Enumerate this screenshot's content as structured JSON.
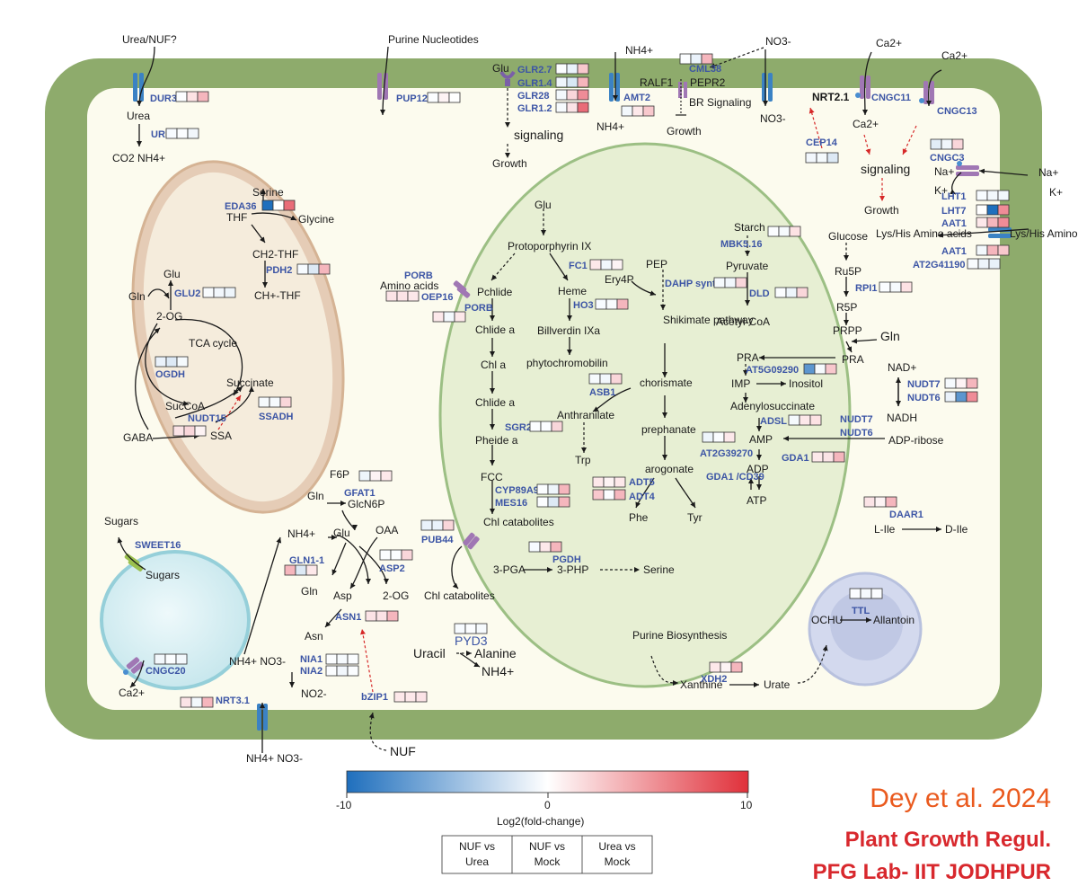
{
  "labels": {
    "urea_nuf_q": "Urea/NUF?",
    "purine_nucleotides_top": "Purine Nucleotides",
    "purine_nucleotides": "Purine Nucleotides",
    "glu_top": "Glu",
    "signaling_glr": "signaling",
    "growth_glr": "Growth",
    "nh4_top": "NH4+",
    "nh4_amt": "NH4+",
    "ralf1": "RALF1",
    "pepr2": "PEPR2",
    "br_signaling": "BR Signaling",
    "growth_cml": "Growth",
    "no3_top": "NO3-",
    "no3_in": "NO3-",
    "nrt21": "NRT2.1",
    "ca_top1": "Ca2+",
    "ca_top2": "Ca2+",
    "ca_in": "Ca2+",
    "signaling_ca": "signaling",
    "growth_ca": "Growth",
    "na_in": "Na+",
    "na_out": "Na+",
    "k_in": "K+",
    "k_out": "K+",
    "lyshis_in": "Lys/His Amino acids",
    "lyshis_out": "Lys/His Amino acids",
    "urea": "Urea",
    "co2_nh4": "CO2 NH4+",
    "serine_mito": "Serine",
    "thf": "THF",
    "glycine": "Glycine",
    "ch2thf": "CH2-THF",
    "chthf": "CH+-THF",
    "glu_mito": "Glu",
    "gln_mito": "Gln",
    "two_og": "2-OG",
    "tca": "TCA cycle",
    "succinate": "Succinate",
    "succoa": "SucCoA",
    "gaba": "GABA",
    "ssa": "SSA",
    "glu_chl": "Glu",
    "protoporphyrin": "Protoporphyrin IX",
    "porb_amino": "Amino acids",
    "pchlide": "Pchlide",
    "heme": "Heme",
    "biliverdin": "Billverdin IXa",
    "phytochromobilin": "phytochromobilin",
    "chlide_a1": "Chlide a",
    "chl_a": "Chl a",
    "chlide_a2": "Chlide a",
    "pheide_a": "Pheide a",
    "fcc": "FCC",
    "chl_catabolites": "Chl catabolites",
    "chl_catabolites_out": "Chl catabolites",
    "pep": "PEP",
    "ery4p": "Ery4P",
    "shikimate": "Shikimate pathway",
    "chorismate": "chorismate",
    "anthranilate": "Anthranilate",
    "trp": "Trp",
    "prephanate": "prephanate",
    "arogonate": "arogonate",
    "phe": "Phe",
    "tyr": "Tyr",
    "starch": "Starch",
    "pyruvate": "Pyruvate",
    "acetylcoa": "Acetyl-CoA",
    "pga": "3-PGA",
    "php": "3-PHP",
    "serine_chl": "Serine",
    "glucose": "Glucose",
    "ru5p": "Ru5P",
    "r5p": "R5P",
    "prpp": "PRPP",
    "gln_prpp": "Gln",
    "pra1": "PRA",
    "pra2": "PRA",
    "imp": "IMP",
    "inositol": "Inositol",
    "adenylosuccinate": "Adenylosuccinate",
    "amp": "AMP",
    "adp": "ADP",
    "atp": "ATP",
    "nad": "NAD+",
    "nadh": "NADH",
    "adp_ribose": "ADP-ribose",
    "l_ile": "L-Ile",
    "d_ile": "D-Ile",
    "f6p": "F6P",
    "gln_cyt": "Gln",
    "glcn6p": "GlcN6P",
    "oaa": "OAA",
    "glu_cyt": "Glu",
    "nh4_cyt": "NH4+",
    "gln_cyt2": "Gln",
    "asp": "Asp",
    "two_og_cyt": "2-OG",
    "asn": "Asn",
    "nh4_no3": "NH4+ NO3-",
    "no2": "NO2-",
    "nh4_no3_out": "NH4+ NO3-",
    "nuf": "NUF",
    "uracil": "Uracil",
    "alanine": "Alanine",
    "nh4_pyd": "NH4+",
    "purine_biosynthesis": "Purine Biosynthesis",
    "xanthine": "Xanthine",
    "urate": "Urate",
    "ochu": "OCHU",
    "allantoin": "Allantoin",
    "sugars_out": "Sugars",
    "sugars_in": "Sugars",
    "ca_vac": "Ca2+"
  },
  "genes": {
    "DUR3": "DUR3",
    "URE": "URE",
    "PUP12": "PUP12",
    "GLR27": "GLR2.7",
    "GLR14": "GLR1.4",
    "GLR28": "GLR28",
    "GLR12": "GLR1.2",
    "AMT2": "AMT2",
    "CML38": "CML38",
    "CEP14": "CEP14",
    "CNGC11": "CNGC11",
    "CNGC13": "CNGC13",
    "CNGC3": "CNGC3",
    "LHT1": "LHT1",
    "LHT7": "LHT7",
    "AAT1a": "AAT1",
    "AAT1b": "AAT1",
    "AT2G41190": "AT2G41190",
    "EDA36": "EDA36",
    "PDH2": "PDH2",
    "GLU2": "GLU2",
    "OGDH": "OGDH",
    "NUDT15": "NUDT15",
    "SSADH": "SSADH",
    "PORB1": "PORB",
    "OEP16": "OEP16",
    "PORB2": "PORB",
    "FC1": "FC1",
    "HO3": "HO3",
    "SGR2": "SGR2",
    "CYP89A9": "CYP89A9",
    "MES16": "MES16",
    "PUB44": "PUB44",
    "DAHP": "DAHP synthase",
    "ASB1": "ASB1",
    "ADT5": "ADT5",
    "ADT4": "ADT4",
    "MBK516": "MBK5.16",
    "DLD": "DLD",
    "PGDH": "PGDH",
    "RPI1": "RPI1",
    "AT5G09290": "AT5G09290",
    "ADSL": "ADSL",
    "AT2G39270": "AT2G39270",
    "GDA1a": "GDA1 /CD39",
    "GDA1b": "GDA1 /CD39",
    "NUDT7": "NUDT7",
    "NUDT6": "NUDT6",
    "NUDT7b": "NUDT7",
    "NUDT6b": "NUDT6",
    "DAAR1": "DAAR1",
    "GFAT1": "GFAT1",
    "GLN11": "GLN1-1",
    "ASP2": "ASP2",
    "ASN1": "ASN1",
    "NIA1": "NIA1",
    "NIA2": "NIA2",
    "bZIP1": "bZIP1",
    "PYD3": "PYD3",
    "XDH2": "XDH2",
    "TTL": "TTL",
    "SWEET16": "SWEET16",
    "CNGC20": "CNGC20",
    "NRT31": "NRT3.1"
  },
  "heat": {
    "DUR3": [
      "#fbfdff",
      "#fde2e4",
      "#f5b6bd"
    ],
    "URE": [
      "#f7fbff",
      "#fbfdff",
      "#f1f6fb"
    ],
    "PUP12": [
      "#fbfdff",
      "#fdf3f4",
      "#ffffff"
    ],
    "GLR27": [
      "#fbfdff",
      "#eaf2fb",
      "#f8c8cd"
    ],
    "GLR14": [
      "#eef5fb",
      "#d8e8f5",
      "#f5b5bc"
    ],
    "GLR28": [
      "#f3f8fc",
      "#f9d6da",
      "#ef8c97"
    ],
    "GLR12": [
      "#f6fafd",
      "#fbe3e6",
      "#e96c78"
    ],
    "AMT2": [
      "#f3f8fc",
      "#fde8ea",
      "#f8c8cd"
    ],
    "CML38": [
      "#fbfdff",
      "#eaf2fb",
      "#f5b6bd"
    ],
    "CEP14": [
      "#f2f7fc",
      "#f5fafd",
      "#dde9f5"
    ],
    "CNGC3": [
      "#e2edf7",
      "#f0f6fb",
      "#f9d6da"
    ],
    "LHT1": [
      "#f7fbff",
      "#f2f7fc",
      "#f2f7fc"
    ],
    "LHT7": [
      "#ffffff",
      "#1f6fbd",
      "#ef8c97"
    ],
    "AAT1a": [
      "#fde8ea",
      "#f5b6bd",
      "#ef8c97"
    ],
    "AAT1b": [
      "#f3f8fc",
      "#f5b6bd",
      "#f8c8cd"
    ],
    "AT2G41190": [
      "#f8fbfd",
      "#eef5fb",
      "#e8f1f9"
    ],
    "EDA36": [
      "#1f6fbd",
      "#ffffff",
      "#e96c78"
    ],
    "PDH2": [
      "#f7fbff",
      "#dde9f5",
      "#f5b6bd"
    ],
    "GLU2": [
      "#f8fbfd",
      "#f2f7fc",
      "#eef5fb"
    ],
    "OGDH": [
      "#eaf2fb",
      "#dde9f5",
      "#f5fafd"
    ],
    "NUDT15": [
      "#fbe3e6",
      "#f9d6da",
      "#fdf3f4"
    ],
    "SSADH": [
      "#f6fafd",
      "#f6fafd",
      "#f9d6da"
    ],
    "OEP16": [
      "#fbe3e6",
      "#fbe3e6",
      "#fde8ea"
    ],
    "PORB2": [
      "#fde8ea",
      "#f3f8fc",
      "#fde8ea"
    ],
    "FC1": [
      "#fde8ea",
      "#f2f7fc",
      "#fdf3f4"
    ],
    "HO3": [
      "#f7fbff",
      "#f8fbfd",
      "#f5b6bd"
    ],
    "SGR2": [
      "#fbfdff",
      "#fbfdff",
      "#f9d6da"
    ],
    "CYP89A9": [
      "#fbfdff",
      "#eef5fb",
      "#f5b6bd"
    ],
    "MES16": [
      "#fbfdff",
      "#dde9f5",
      "#f5b6bd"
    ],
    "PUB44": [
      "#eaf2fb",
      "#eaf2fb",
      "#f9d6da"
    ],
    "DAHP": [
      "#f6fafd",
      "#f2f7fc",
      "#f9d6da"
    ],
    "ASB1": [
      "#f6fafd",
      "#f2f7fc",
      "#f9d6da"
    ],
    "ADT5": [
      "#fde8ea",
      "#fdf3f4",
      "#fde8ea"
    ],
    "ADT4": [
      "#f8c8cd",
      "#fbfdff",
      "#f5b6bd"
    ],
    "MBK516": [
      "#fbfdff",
      "#f6fafd",
      "#fde2e4"
    ],
    "DLD": [
      "#fbfdff",
      "#eef5fb",
      "#f9d6da"
    ],
    "PGDH": [
      "#f7fbff",
      "#fde8ea",
      "#f5b6bd"
    ],
    "RPI1": [
      "#fbfdff",
      "#f6fafd",
      "#fde2e4"
    ],
    "AT5G09290": [
      "#5c96cf",
      "#f6fafd",
      "#f8c8cd"
    ],
    "ADSL": [
      "#f5fafd",
      "#fde8ea",
      "#fde2e4"
    ],
    "AT2G39270": [
      "#eef5fb",
      "#fbfdff",
      "#fde8ea"
    ],
    "GDA1b": [
      "#fde8ea",
      "#fbe3e6",
      "#f5b6bd"
    ],
    "NUDT7": [
      "#f6fafd",
      "#fdf3f4",
      "#f5b6bd"
    ],
    "NUDT6": [
      "#eaf2fb",
      "#5c96cf",
      "#ef8c97"
    ],
    "DAAR1": [
      "#fbe3e6",
      "#fdf3f4",
      "#f5b6bd"
    ],
    "GFAT1": [
      "#eef5fb",
      "#fdf3f4",
      "#fde8ea"
    ],
    "GLN11": [
      "#f5b6bd",
      "#dde9f5",
      "#fde8ea"
    ],
    "ASP2": [
      "#fbfdff",
      "#fbfdff",
      "#f9d6da"
    ],
    "ASN1": [
      "#fbe3e6",
      "#fbe3e6",
      "#f5b6bd"
    ],
    "NIA1": [
      "#fbfdff",
      "#f6fafd",
      "#fbfdff"
    ],
    "NIA2": [
      "#fbfdff",
      "#f2f7fc",
      "#fbfdff"
    ],
    "bZIP1": [
      "#fde8ea",
      "#fde8ea",
      "#fbe3e6"
    ],
    "PYD3": [
      "#f7fbff",
      "#fbfdff",
      "#f6fafd"
    ],
    "XDH2": [
      "#fde8ea",
      "#fdf3f4",
      "#f5b6bd"
    ],
    "TTL": [
      "#fbfdff",
      "#f6fafd",
      "#fbfdff"
    ],
    "CNGC20": [
      "#f3f8fc",
      "#fbfdff",
      "#f3f8fc"
    ],
    "NRT31": [
      "#fbe3e6",
      "#f3f8fc",
      "#f5b6bd"
    ]
  },
  "legend": {
    "min_label": "-10",
    "mid_label": "0",
    "max_label": "10",
    "title": "Log2(fold-change)",
    "columns": [
      "NUF vs Urea",
      "NUF vs Mock",
      "Urea vs Mock"
    ],
    "gradient": [
      "#1f6fbd",
      "#ffffff",
      "#e0303a"
    ]
  },
  "credit": {
    "line1": "Dey et al. 2024",
    "line2": "Plant Growth Regul.",
    "line3": "PFG Lab- IIT JODHPUR"
  },
  "colors": {
    "cell_wall": "#8eab6c",
    "cytoplasm": "#fcfbee",
    "mitochondrion": "#e5ccb6",
    "chloroplast": "#e7efd3",
    "vacuole": "#d8f0f4",
    "peroxisome": "#cfd6ec",
    "channel_blue": "#3b82c4",
    "channel_purple": "#a077b4",
    "gene_text": "#3c55a5"
  }
}
